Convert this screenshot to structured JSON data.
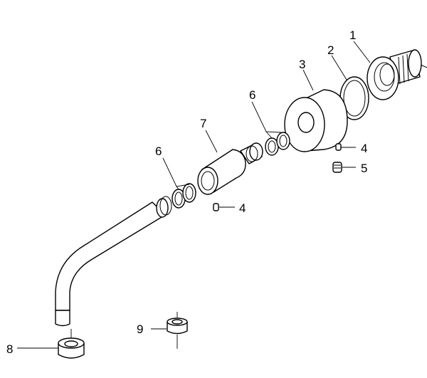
{
  "callouts": [
    {
      "id": "c1",
      "label": "1"
    },
    {
      "id": "c2",
      "label": "2"
    },
    {
      "id": "c3",
      "label": "3"
    },
    {
      "id": "c4a",
      "label": "4"
    },
    {
      "id": "c4b",
      "label": "4"
    },
    {
      "id": "c5",
      "label": "5"
    },
    {
      "id": "c6a",
      "label": "6"
    },
    {
      "id": "c6b",
      "label": "6"
    },
    {
      "id": "c7",
      "label": "7"
    },
    {
      "id": "c8",
      "label": "8"
    },
    {
      "id": "c9",
      "label": "9"
    }
  ]
}
